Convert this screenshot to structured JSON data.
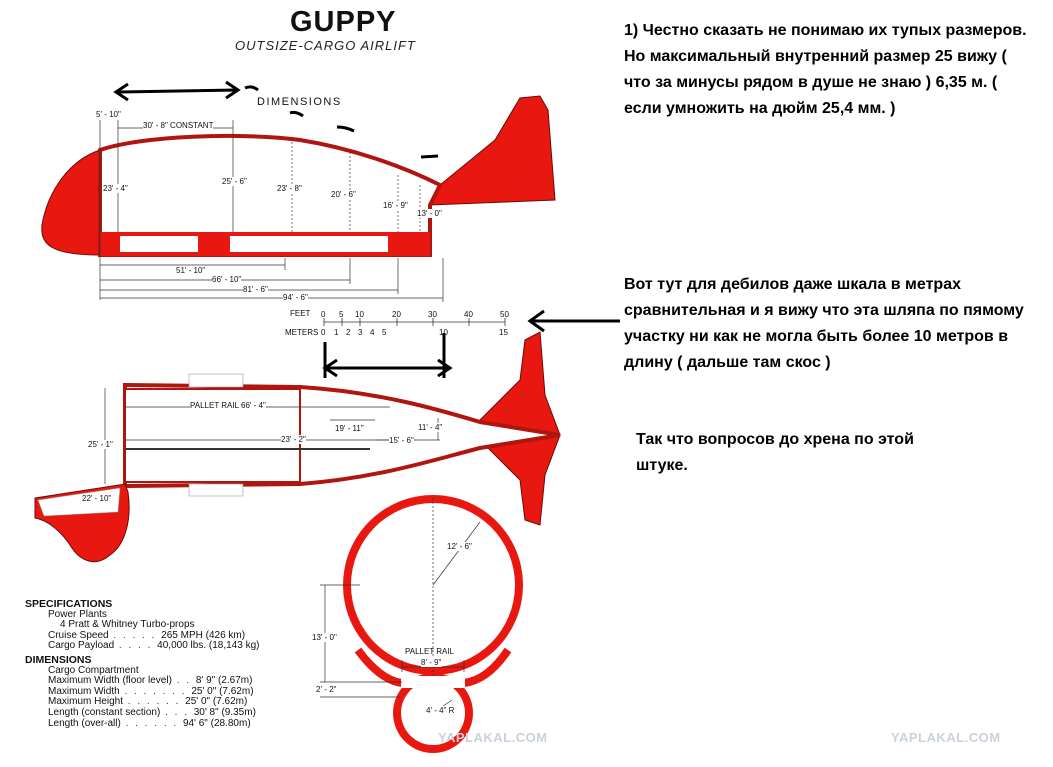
{
  "title": "GUPPY",
  "subtitle": "OUTSIZE-CARGO AIRLIFT",
  "dimensions_heading": "DIMENSIONS",
  "side_view_labels": {
    "nose_offset": "5' - 10\"",
    "constant_section": "30' - 8\" CONSTANT",
    "height_nose": "23' - 4\"",
    "height_max": "25' - 6\"",
    "height_mid": "23' - 8\"",
    "height_aft1": "20' - 6\"",
    "height_aft2": "16' - 9\"",
    "height_aft3": "13' - 0\"",
    "length_1": "51' - 10\"",
    "length_2": "66' - 10\"",
    "length_3": "81' - 6\"",
    "length_4": "94' - 6\""
  },
  "scale": {
    "feet_label": "FEET",
    "meters_label": "METERS",
    "feet_ticks": [
      "0",
      "5",
      "10",
      "20",
      "30",
      "40",
      "50"
    ],
    "meters_ticks": [
      "0",
      "1",
      "2",
      "3",
      "4",
      "5",
      "10",
      "15"
    ]
  },
  "top_view_labels": {
    "pallet_rail": "PALLET RAIL  66' - 4\"",
    "width": "25' - 1\"",
    "len_mid": "23' - 2\"",
    "len_aft": "19' - 11\"",
    "len_aft2": "15' - 6\"",
    "width_aft": "11' - 4\"",
    "nose_door": "22' - 10\""
  },
  "section_labels": {
    "radius_top": "12' - 6\"",
    "height_lower": "13' - 0\"",
    "pallet_rail": "PALLET RAIL",
    "floor_width": "8' - 9\"",
    "floor_height": "2' - 2\"",
    "radius_bottom": "4' - 4\" R"
  },
  "specifications": {
    "heading": "SPECIFICATIONS",
    "power_plants": "Power Plants",
    "engines": "4 Pratt & Whitney Turbo-props",
    "rows": [
      {
        "label": "Cruise Speed",
        "value": "265 MPH (426 km)"
      },
      {
        "label": "Cargo Payload",
        "value": "40,000 lbs. (18,143 kg)"
      }
    ]
  },
  "dimensions_spec": {
    "heading": "DIMENSIONS",
    "sub": "Cargo Compartment",
    "rows": [
      {
        "label": "Maximum Width (floor level)",
        "value": "8' 9\"  (2.67m)"
      },
      {
        "label": "Maximum Width",
        "value": "25' 0\"  (7.62m)"
      },
      {
        "label": "Maximum Height",
        "value": "25' 0\"  (7.62m)"
      },
      {
        "label": "Length (constant section)",
        "value": "30' 8\"  (9.35m)"
      },
      {
        "label": "Length (over-all)",
        "value": "94' 6\"  (28.80m)"
      }
    ]
  },
  "comments": {
    "c1": "1) Честно сказать не понимаю их тупых размеров. Но максимальный внутренний размер 25 вижу ( что за минусы рядом в душе не знаю ) 6,35 м. ( если умножить на дюйм 25,4 мм. )",
    "c2": "Вот тут для дебилов даже шкала в метрах сравнительная и я вижу что эта шляпа по пямому участку ни как не могла быть более 10 метров в длину ( дальше там скос )",
    "c3": "Так что вопросов до хрена по этой штуке."
  },
  "watermarks": [
    "YAPLAKAL.COM",
    "YAPLAKAL.COM"
  ],
  "colors": {
    "aircraft_red": "#e8170f",
    "outline": "#6b0a08",
    "annotation": "#000000"
  }
}
